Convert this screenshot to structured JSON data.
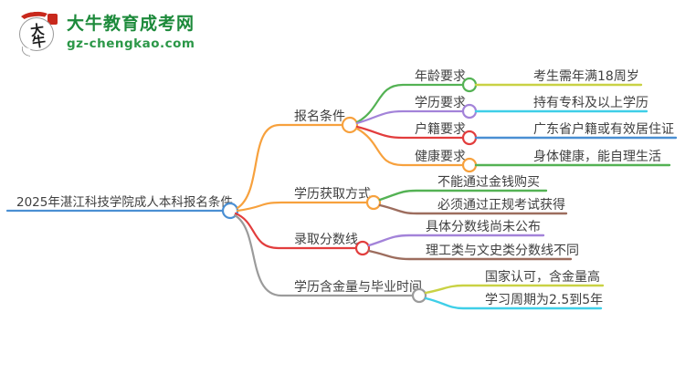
{
  "logo": {
    "icon_text": "大牛",
    "site_name": "大牛教育成考网",
    "site_url": "gz-chengkao.com"
  },
  "mindmap": {
    "root": {
      "label": "2025年湛江科技学院成人本科报名条件",
      "color": "#4a8fd3"
    },
    "branches": [
      {
        "label": "报名条件",
        "color": "#f7a13d",
        "children": [
          {
            "label": "年龄要求",
            "color": "#54b254",
            "leaf": {
              "label": "考生需年满18周岁",
              "color": "#c9d244"
            }
          },
          {
            "label": "学历要求",
            "color": "#a383d9",
            "leaf": {
              "label": "持有专科及以上学历",
              "color": "#3fcfe8"
            }
          },
          {
            "label": "户籍要求",
            "color": "#e23d3d",
            "leaf": {
              "label": "广东省户籍或有效居住证",
              "color": "#4a8fd3"
            }
          },
          {
            "label": "健康要求",
            "color": "#f7a13d",
            "leaf": {
              "label": "身体健康，能自理生活",
              "color": "#54b254"
            }
          }
        ]
      },
      {
        "label": "学历获取方式",
        "color": "#f7a13d",
        "children": [
          {
            "label": "不能通过金钱购买",
            "color": "#54b254"
          },
          {
            "label": "必须通过正规考试获得",
            "color": "#9d6d5e"
          }
        ]
      },
      {
        "label": "录取分数线",
        "color": "#e23d3d",
        "children": [
          {
            "label": "具体分数线尚未公布",
            "color": "#a383d9"
          },
          {
            "label": "理工类与文史类分数线不同",
            "color": "#9d6d5e"
          }
        ]
      },
      {
        "label": "学历含金量与毕业时间",
        "color": "#9b9b9b",
        "children": [
          {
            "label": "国家认可，含金量高",
            "color": "#c9d244"
          },
          {
            "label": "学习周期为2.5到5年",
            "color": "#3fcfe8"
          }
        ]
      }
    ]
  }
}
